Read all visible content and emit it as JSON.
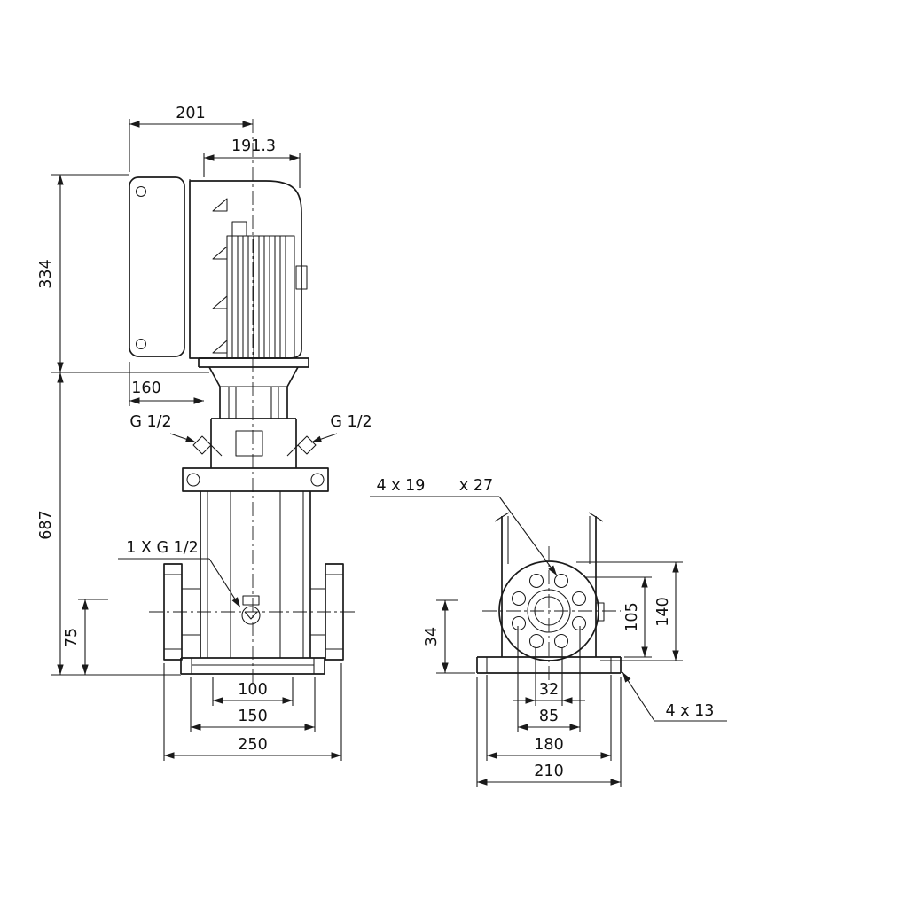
{
  "drawing": {
    "front": {
      "dim_201": "201",
      "dim_191_3": "191.3",
      "dim_334": "334",
      "dim_160": "160",
      "port_left": "G 1/2",
      "port_right": "G 1/2",
      "dim_687": "687",
      "drain": "1 X G 1/2",
      "dim_75": "75",
      "dim_100": "100",
      "dim_150": "150",
      "dim_250": "250"
    },
    "side": {
      "holes_a": "4 x 19",
      "holes_b": "x 27",
      "dim_34": "34",
      "dim_105": "105",
      "dim_140": "140",
      "dim_32": "32",
      "dim_85": "85",
      "dim_180": "180",
      "dim_210": "210",
      "base_holes": "4 x 13"
    },
    "line_color": "#1a1a1a",
    "background": "#ffffff"
  }
}
